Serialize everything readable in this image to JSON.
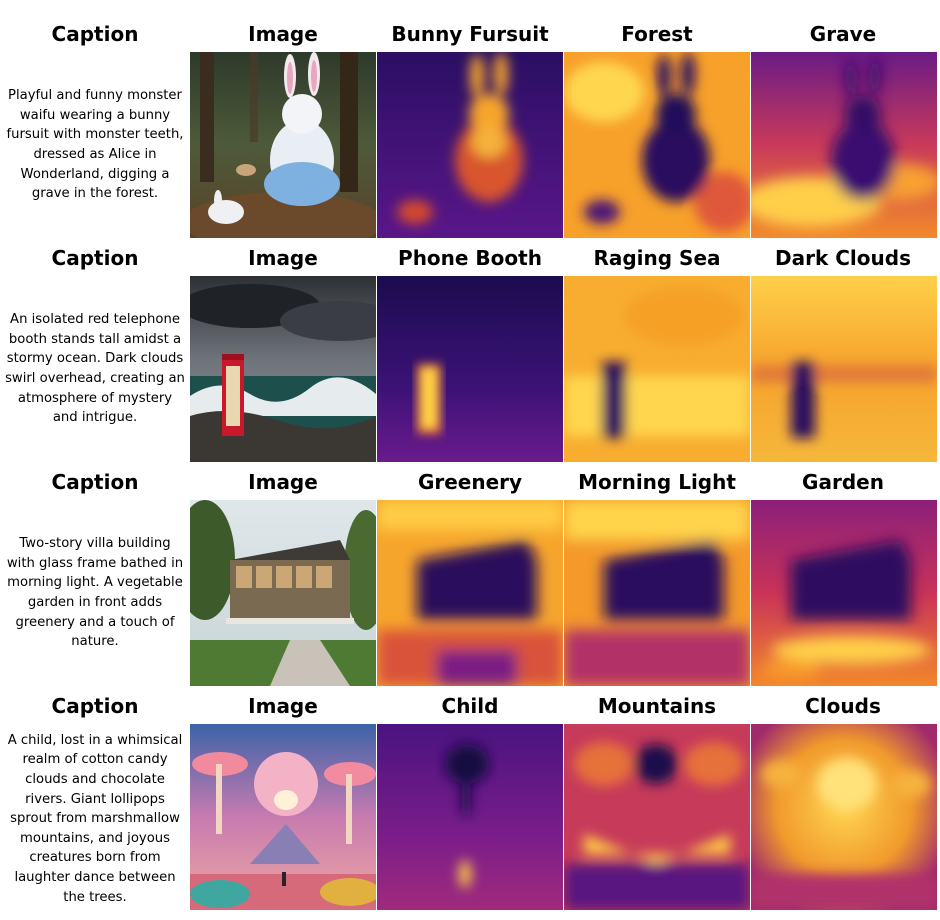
{
  "rows": [
    {
      "headers": [
        "Caption",
        "Image",
        "Bunny Fursuit",
        "Forest",
        "Grave"
      ],
      "caption": "Playful and funny monster waifu wearing a bunny fursuit with monster teeth, dressed as Alice in Wonderland, digging a grave in the forest."
    },
    {
      "headers": [
        "Caption",
        "Image",
        "Phone Booth",
        "Raging Sea",
        "Dark Clouds"
      ],
      "caption": "An isolated red telephone booth stands tall amidst a stormy ocean. Dark clouds swirl overhead, creating an atmosphere of mystery and intrigue."
    },
    {
      "headers": [
        "Caption",
        "Image",
        "Greenery",
        "Morning Light",
        "Garden"
      ],
      "caption": "Two-story villa building with glass frame bathed in morning light. A vegetable garden in front adds greenery and a touch of nature."
    },
    {
      "headers": [
        "Caption",
        "Image",
        "Child",
        "Mountains",
        "Clouds"
      ],
      "caption": "A child, lost in a whimsical realm of cotton candy clouds and chocolate rivers. Giant lollipops sprout from marshmallow mountains, and joyous creatures born from laughter dance between the trees."
    }
  ],
  "colors": {
    "heat_low": "#1a0b4d",
    "heat_mid": "#c12a6e",
    "heat_high": "#ffd34a"
  }
}
